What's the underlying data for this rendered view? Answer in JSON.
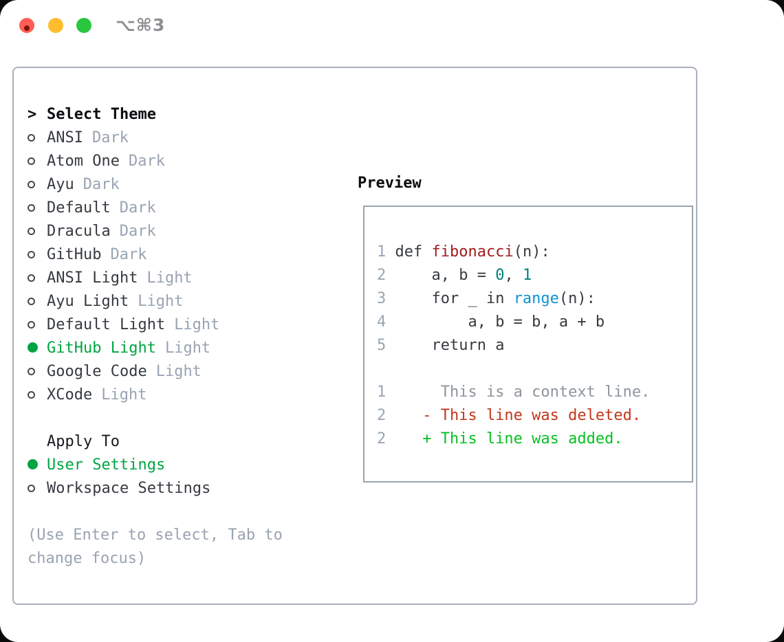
{
  "window": {
    "title": "⌥⌘3",
    "traffic_lights": {
      "close": "#ff5e54",
      "minimize": "#ffbd2d",
      "zoom": "#29c73f"
    }
  },
  "theme_selector": {
    "heading": {
      "cursor": ">",
      "label": "Select Theme"
    },
    "items": [
      {
        "name": "ANSI",
        "variant": "Dark",
        "selected": false
      },
      {
        "name": "Atom One",
        "variant": "Dark",
        "selected": false
      },
      {
        "name": "Ayu",
        "variant": "Dark",
        "selected": false
      },
      {
        "name": "Default",
        "variant": "Dark",
        "selected": false
      },
      {
        "name": "Dracula",
        "variant": "Dark",
        "selected": false
      },
      {
        "name": "GitHub",
        "variant": "Dark",
        "selected": false
      },
      {
        "name": "ANSI Light",
        "variant": "Light",
        "selected": false
      },
      {
        "name": "Ayu Light",
        "variant": "Light",
        "selected": false
      },
      {
        "name": "Default Light",
        "variant": "Light",
        "selected": false
      },
      {
        "name": "GitHub Light",
        "variant": "Light",
        "selected": true
      },
      {
        "name": "Google Code",
        "variant": "Light",
        "selected": false
      },
      {
        "name": "XCode",
        "variant": "Light",
        "selected": false
      }
    ],
    "apply": {
      "heading": "Apply To",
      "options": [
        {
          "name": "User Settings",
          "selected": true
        },
        {
          "name": "Workspace Settings",
          "selected": false
        }
      ]
    },
    "hint": {
      "line1": "(Use Enter to select, Tab to",
      "line2": "change focus)"
    }
  },
  "preview": {
    "heading": "Preview",
    "code": [
      {
        "num": "1",
        "t1": " def ",
        "t2": "fibonacci",
        "t3": "(n):"
      },
      {
        "num": "2",
        "t1": "     a, b = ",
        "t2": "0",
        "t3": ", ",
        "t4": "1"
      },
      {
        "num": "3",
        "t1": "     for _ in ",
        "t2": "range",
        "t3": "(n):"
      },
      {
        "num": "4",
        "t1": "         a, b = b, a + b"
      },
      {
        "num": "5",
        "t1": "     return a"
      },
      {
        "num": "1",
        "t1": "      This is a context line."
      },
      {
        "num": "2",
        "t1": "    - This line was deleted."
      },
      {
        "num": "2",
        "t1": "    + This line was added."
      }
    ]
  },
  "colors": {
    "selected_green": "#00a542",
    "added_green": "#06c021",
    "deleted_red": "#c2361b",
    "function_red": "#a21c1c",
    "number_teal": "#008080",
    "builtin_blue": "#0f93d2",
    "muted_gray": "#99a3b2",
    "line_number_gray": "#9aa5b3",
    "panel_border": "#a9b1bb"
  }
}
